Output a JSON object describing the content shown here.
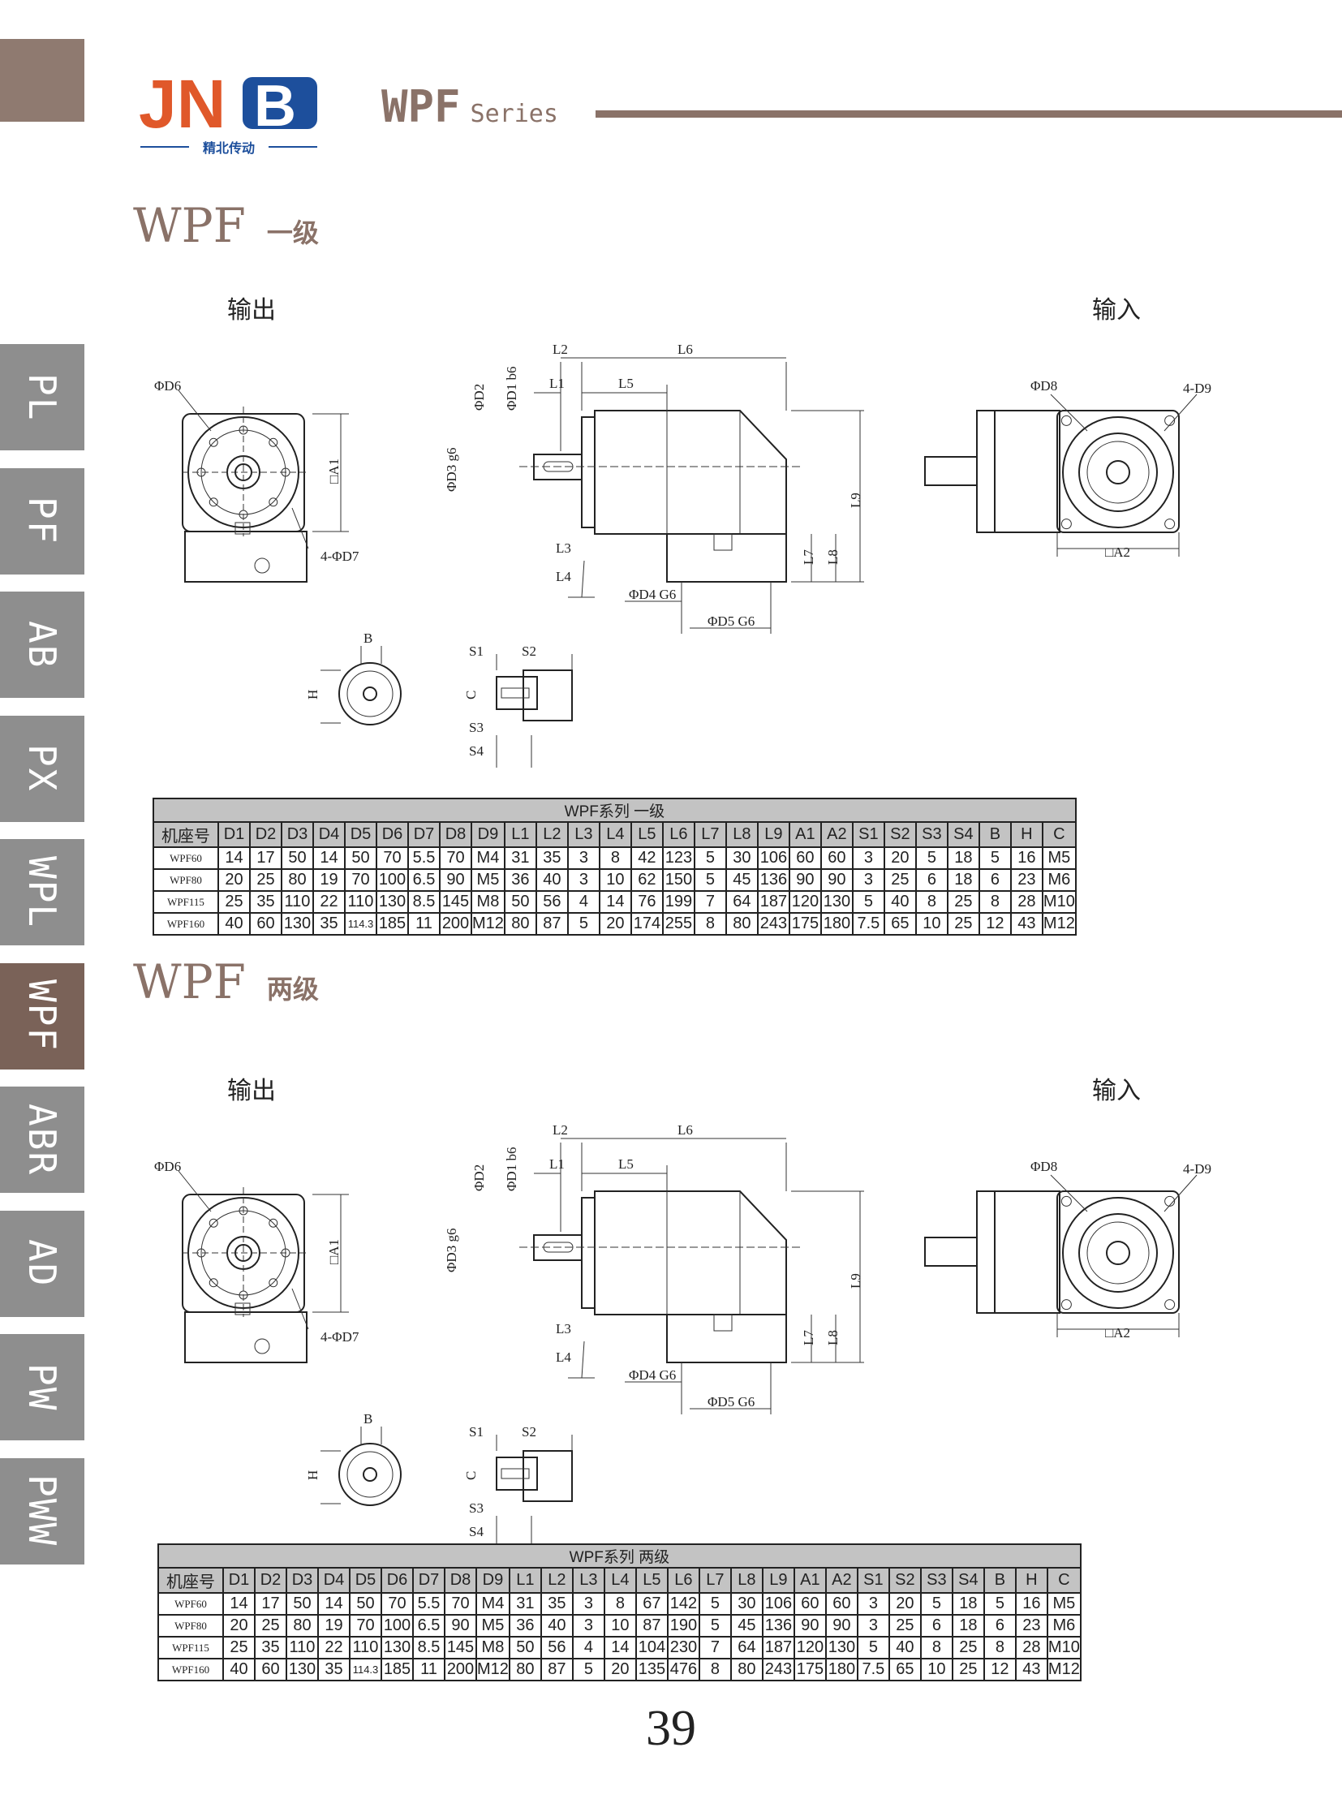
{
  "sidebar": {
    "tabs": [
      "PL",
      "PF",
      "AB",
      "PX",
      "WPL",
      "WPF",
      "ABR",
      "AD",
      "PW",
      "PWW"
    ],
    "active": "WPF"
  },
  "header": {
    "logo_text": "JNB",
    "logo_subtitle": "精北传动",
    "series_name": "WPF",
    "series_word": "Series"
  },
  "colors": {
    "accent": "#8a7268",
    "tab": "#8e8e8e",
    "tab_active": "#7a6258",
    "logo_orange": "#e0582a",
    "logo_blue": "#1d4f9c"
  },
  "sections": [
    {
      "title": "WPF",
      "subtitle": "一级",
      "labels": {
        "output": "输出",
        "input": "输入",
        "d6": "ΦD6",
        "a1": "□A1",
        "d7": "4-ΦD7",
        "l2": "L2",
        "l6": "L6",
        "l1": "L1",
        "l5": "L5",
        "d2": "ΦD2",
        "d1": "ΦD1 b6",
        "d3": "ΦD3 g6",
        "l9": "L9",
        "l3": "L3",
        "l4": "L4",
        "l7": "L7",
        "l8": "L8",
        "d4": "ΦD4 G6",
        "d5": "ΦD5 G6",
        "d8": "ΦD8",
        "d9": "4-D9",
        "a2": "□A2",
        "b": "B",
        "h": "H",
        "s1": "S1",
        "s2": "S2",
        "c": "C",
        "s3": "S3",
        "s4": "S4"
      },
      "table": {
        "title": "WPF系列 一级",
        "headers": [
          "机座号",
          "D1",
          "D2",
          "D3",
          "D4",
          "D5",
          "D6",
          "D7",
          "D8",
          "D9",
          "L1",
          "L2",
          "L3",
          "L4",
          "L5",
          "L6",
          "L7",
          "L8",
          "L9",
          "A1",
          "A2",
          "S1",
          "S2",
          "S3",
          "S4",
          "B",
          "H",
          "C"
        ],
        "rows": [
          [
            "WPF60",
            "14",
            "17",
            "50",
            "14",
            "50",
            "70",
            "5.5",
            "70",
            "M4",
            "31",
            "35",
            "3",
            "8",
            "42",
            "123",
            "5",
            "30",
            "106",
            "60",
            "60",
            "3",
            "20",
            "5",
            "18",
            "5",
            "16",
            "M5"
          ],
          [
            "WPF80",
            "20",
            "25",
            "80",
            "19",
            "70",
            "100",
            "6.5",
            "90",
            "M5",
            "36",
            "40",
            "3",
            "10",
            "62",
            "150",
            "5",
            "45",
            "136",
            "90",
            "90",
            "3",
            "25",
            "6",
            "18",
            "6",
            "23",
            "M6"
          ],
          [
            "WPF115",
            "25",
            "35",
            "110",
            "22",
            "110",
            "130",
            "8.5",
            "145",
            "M8",
            "50",
            "56",
            "4",
            "14",
            "76",
            "199",
            "7",
            "64",
            "187",
            "120",
            "130",
            "5",
            "40",
            "8",
            "25",
            "8",
            "28",
            "M10"
          ],
          [
            "WPF160",
            "40",
            "60",
            "130",
            "35",
            "114.3",
            "185",
            "11",
            "200",
            "M12",
            "80",
            "87",
            "5",
            "20",
            "174",
            "255",
            "8",
            "80",
            "243",
            "175",
            "180",
            "7.5",
            "65",
            "10",
            "25",
            "12",
            "43",
            "M12"
          ]
        ]
      }
    },
    {
      "title": "WPF",
      "subtitle": "两级",
      "labels": {
        "output": "输出",
        "input": "输入",
        "d6": "ΦD6",
        "a1": "□A1",
        "d7": "4-ΦD7",
        "l2": "L2",
        "l6": "L6",
        "l1": "L1",
        "l5": "L5",
        "d2": "ΦD2",
        "d1": "ΦD1 b6",
        "d3": "ΦD3 g6",
        "l9": "L9",
        "l3": "L3",
        "l4": "L4",
        "l7": "L7",
        "l8": "L8",
        "d4": "ΦD4 G6",
        "d5": "ΦD5 G6",
        "d8": "ΦD8",
        "d9": "4-D9",
        "a2": "□A2",
        "b": "B",
        "h": "H",
        "s1": "S1",
        "s2": "S2",
        "c": "C",
        "s3": "S3",
        "s4": "S4"
      },
      "table": {
        "title": "WPF系列 两级",
        "headers": [
          "机座号",
          "D1",
          "D2",
          "D3",
          "D4",
          "D5",
          "D6",
          "D7",
          "D8",
          "D9",
          "L1",
          "L2",
          "L3",
          "L4",
          "L5",
          "L6",
          "L7",
          "L8",
          "L9",
          "A1",
          "A2",
          "S1",
          "S2",
          "S3",
          "S4",
          "B",
          "H",
          "C"
        ],
        "rows": [
          [
            "WPF60",
            "14",
            "17",
            "50",
            "14",
            "50",
            "70",
            "5.5",
            "70",
            "M4",
            "31",
            "35",
            "3",
            "8",
            "67",
            "142",
            "5",
            "30",
            "106",
            "60",
            "60",
            "3",
            "20",
            "5",
            "18",
            "5",
            "16",
            "M5"
          ],
          [
            "WPF80",
            "20",
            "25",
            "80",
            "19",
            "70",
            "100",
            "6.5",
            "90",
            "M5",
            "36",
            "40",
            "3",
            "10",
            "87",
            "190",
            "5",
            "45",
            "136",
            "90",
            "90",
            "3",
            "25",
            "6",
            "18",
            "6",
            "23",
            "M6"
          ],
          [
            "WPF115",
            "25",
            "35",
            "110",
            "22",
            "110",
            "130",
            "8.5",
            "145",
            "M8",
            "50",
            "56",
            "4",
            "14",
            "104",
            "230",
            "7",
            "64",
            "187",
            "120",
            "130",
            "5",
            "40",
            "8",
            "25",
            "8",
            "28",
            "M10"
          ],
          [
            "WPF160",
            "40",
            "60",
            "130",
            "35",
            "114.3",
            "185",
            "11",
            "200",
            "M12",
            "80",
            "87",
            "5",
            "20",
            "135",
            "476",
            "8",
            "80",
            "243",
            "175",
            "180",
            "7.5",
            "65",
            "10",
            "25",
            "12",
            "43",
            "M12"
          ]
        ]
      }
    }
  ],
  "footer": {
    "page_number": "39"
  }
}
